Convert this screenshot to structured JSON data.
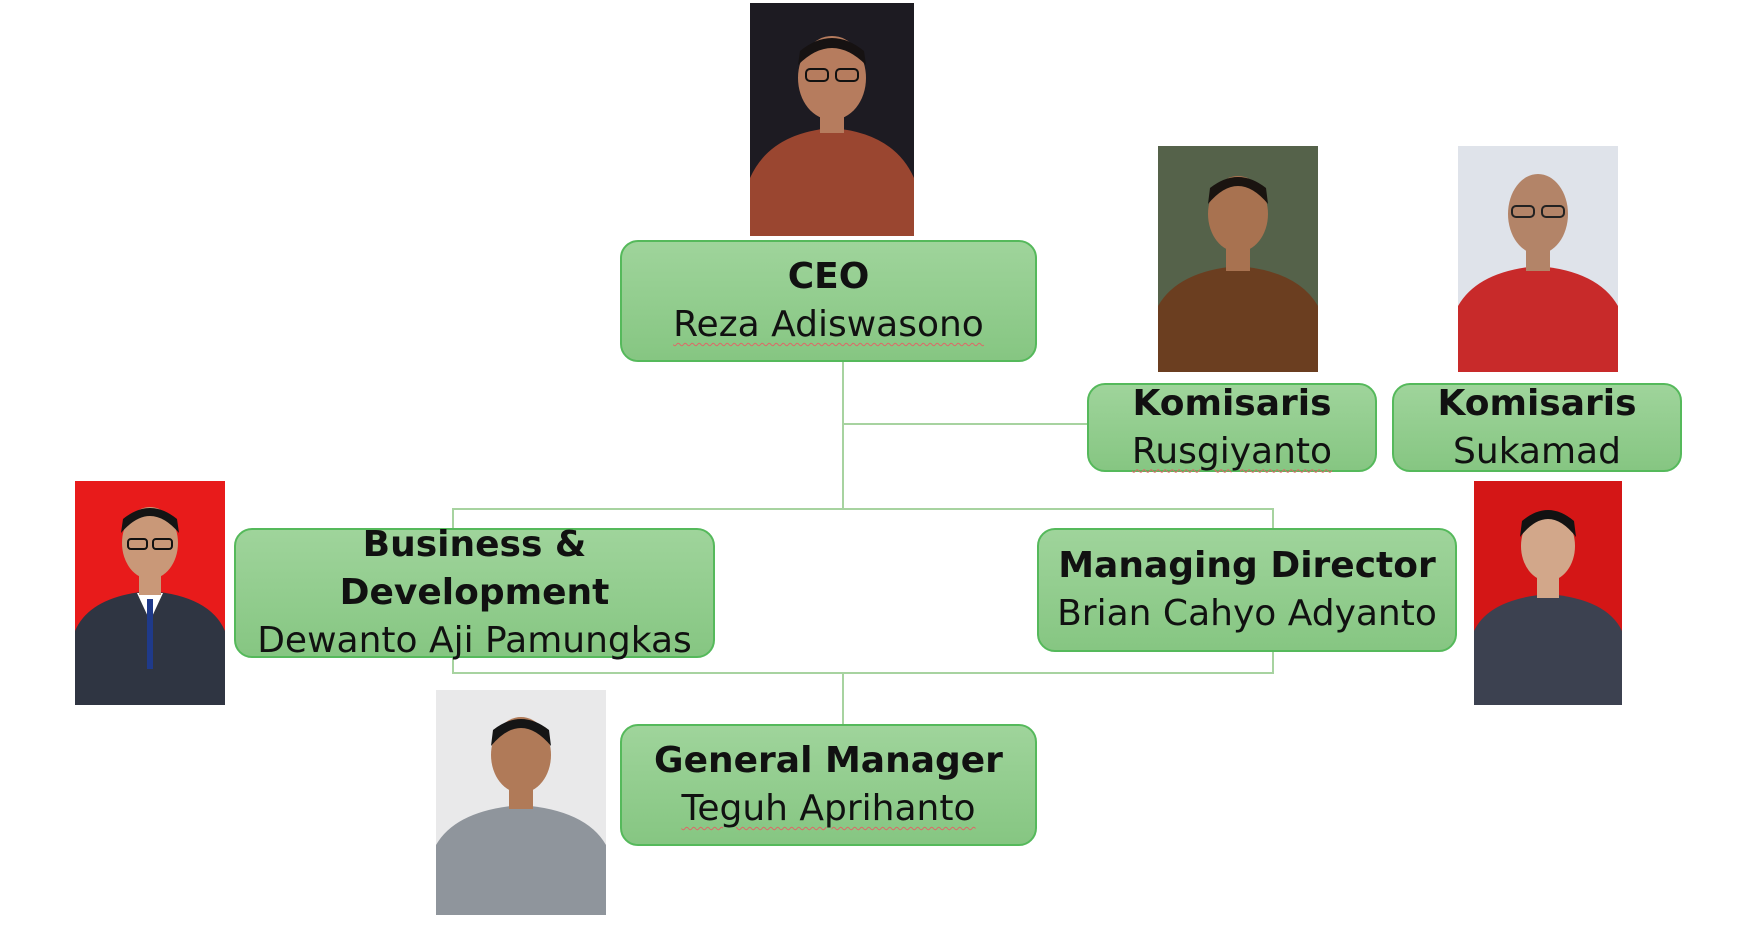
{
  "nodes": {
    "ceo": {
      "role": "CEO",
      "name": "Reza Adiswasono"
    },
    "komisaris_1": {
      "role": "Komisaris",
      "name": "Rusgiyanto"
    },
    "komisaris_2": {
      "role": "Komisaris",
      "name": "Sukamad"
    },
    "business_development": {
      "role_line1": "Business &",
      "role_line2": "Development",
      "name": "Dewanto Aji Pamungkas"
    },
    "managing_director": {
      "role": "Managing Director",
      "name": "Brian Cahyo Adyanto"
    },
    "general_manager": {
      "role": "General Manager",
      "name": "Teguh Aprihanto"
    }
  },
  "colors": {
    "box_fill": "#8fcc8b",
    "box_border": "#55b95b",
    "connector": "#a7d3a0",
    "photo_red_bg": "#e81b1b"
  }
}
